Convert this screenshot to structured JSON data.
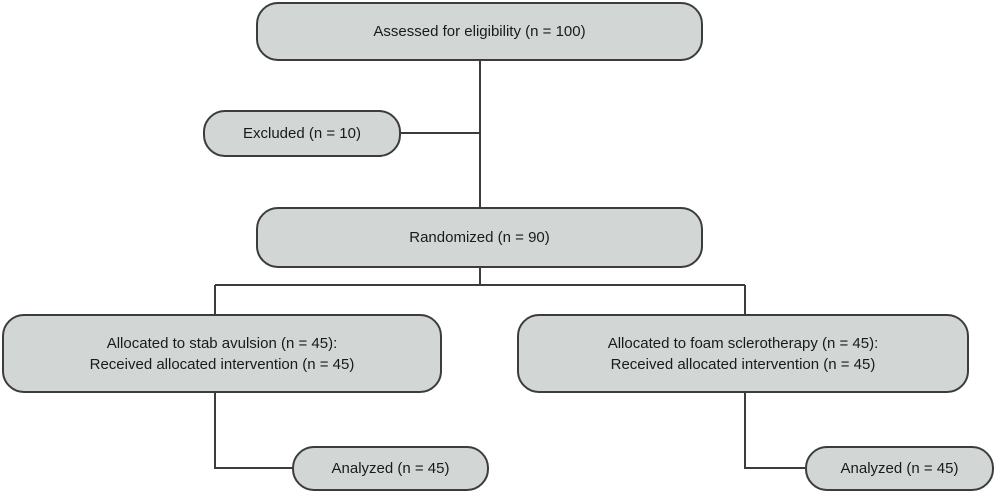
{
  "colors": {
    "box_fill": "#d2d7d6",
    "box_border": "#3c3c3c",
    "connector": "#3c3c3c",
    "text": "#1a1a1a"
  },
  "nodes": {
    "assessed": {
      "text": "Assessed for eligibility (n = 100)"
    },
    "excluded": {
      "text": "Excluded (n = 10)"
    },
    "randomized": {
      "text": "Randomized (n = 90)"
    },
    "stab_allocated": {
      "line1": "Allocated to stab avulsion (n = 45):",
      "line2": "Received allocated intervention (n = 45)"
    },
    "foam_allocated": {
      "line1": "Allocated to foam sclerotherapy (n = 45):",
      "line2": "Received allocated intervention (n = 45)"
    },
    "stab_analyzed": {
      "text": "Analyzed (n = 45)"
    },
    "foam_analyzed": {
      "text": "Analyzed (n = 45)"
    }
  },
  "edges": [
    {
      "from": "assessed",
      "to": "randomized"
    },
    {
      "from": "assessed",
      "to": "excluded"
    },
    {
      "from": "randomized",
      "to": "stab_allocated"
    },
    {
      "from": "randomized",
      "to": "foam_allocated"
    },
    {
      "from": "stab_allocated",
      "to": "stab_analyzed"
    },
    {
      "from": "foam_allocated",
      "to": "foam_analyzed"
    }
  ]
}
